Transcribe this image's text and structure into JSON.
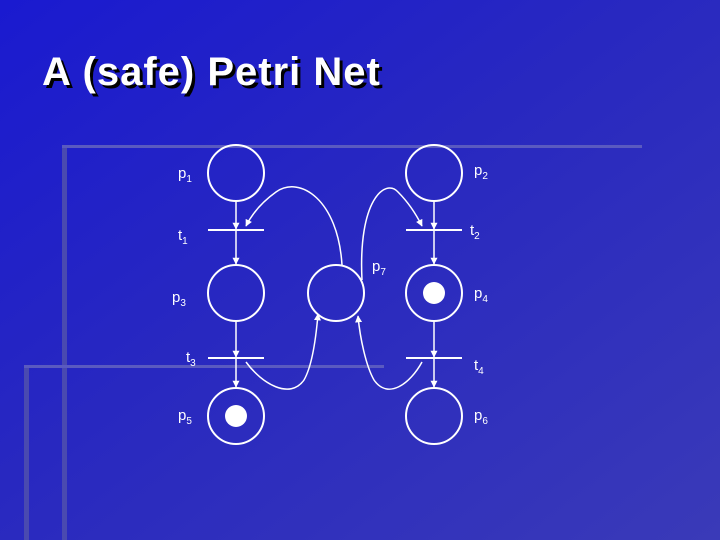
{
  "slide": {
    "title": "A (safe) Petri Net",
    "colors": {
      "background": "#2424c4",
      "stroke": "#ffffff",
      "token": "#ffffff"
    }
  },
  "places": [
    {
      "id": "p1",
      "name": "p",
      "sub": "1",
      "marked": false
    },
    {
      "id": "p2",
      "name": "p",
      "sub": "2",
      "marked": false
    },
    {
      "id": "p3",
      "name": "p",
      "sub": "3",
      "marked": false
    },
    {
      "id": "p4",
      "name": "p",
      "sub": "4",
      "marked": true
    },
    {
      "id": "p5",
      "name": "p",
      "sub": "5",
      "marked": true
    },
    {
      "id": "p6",
      "name": "p",
      "sub": "6",
      "marked": false
    },
    {
      "id": "p7",
      "name": "p",
      "sub": "7",
      "marked": false
    }
  ],
  "transitions": [
    {
      "id": "t1",
      "name": "t",
      "sub": "1"
    },
    {
      "id": "t2",
      "name": "t",
      "sub": "2"
    },
    {
      "id": "t3",
      "name": "t",
      "sub": "3"
    },
    {
      "id": "t4",
      "name": "t",
      "sub": "4"
    }
  ]
}
